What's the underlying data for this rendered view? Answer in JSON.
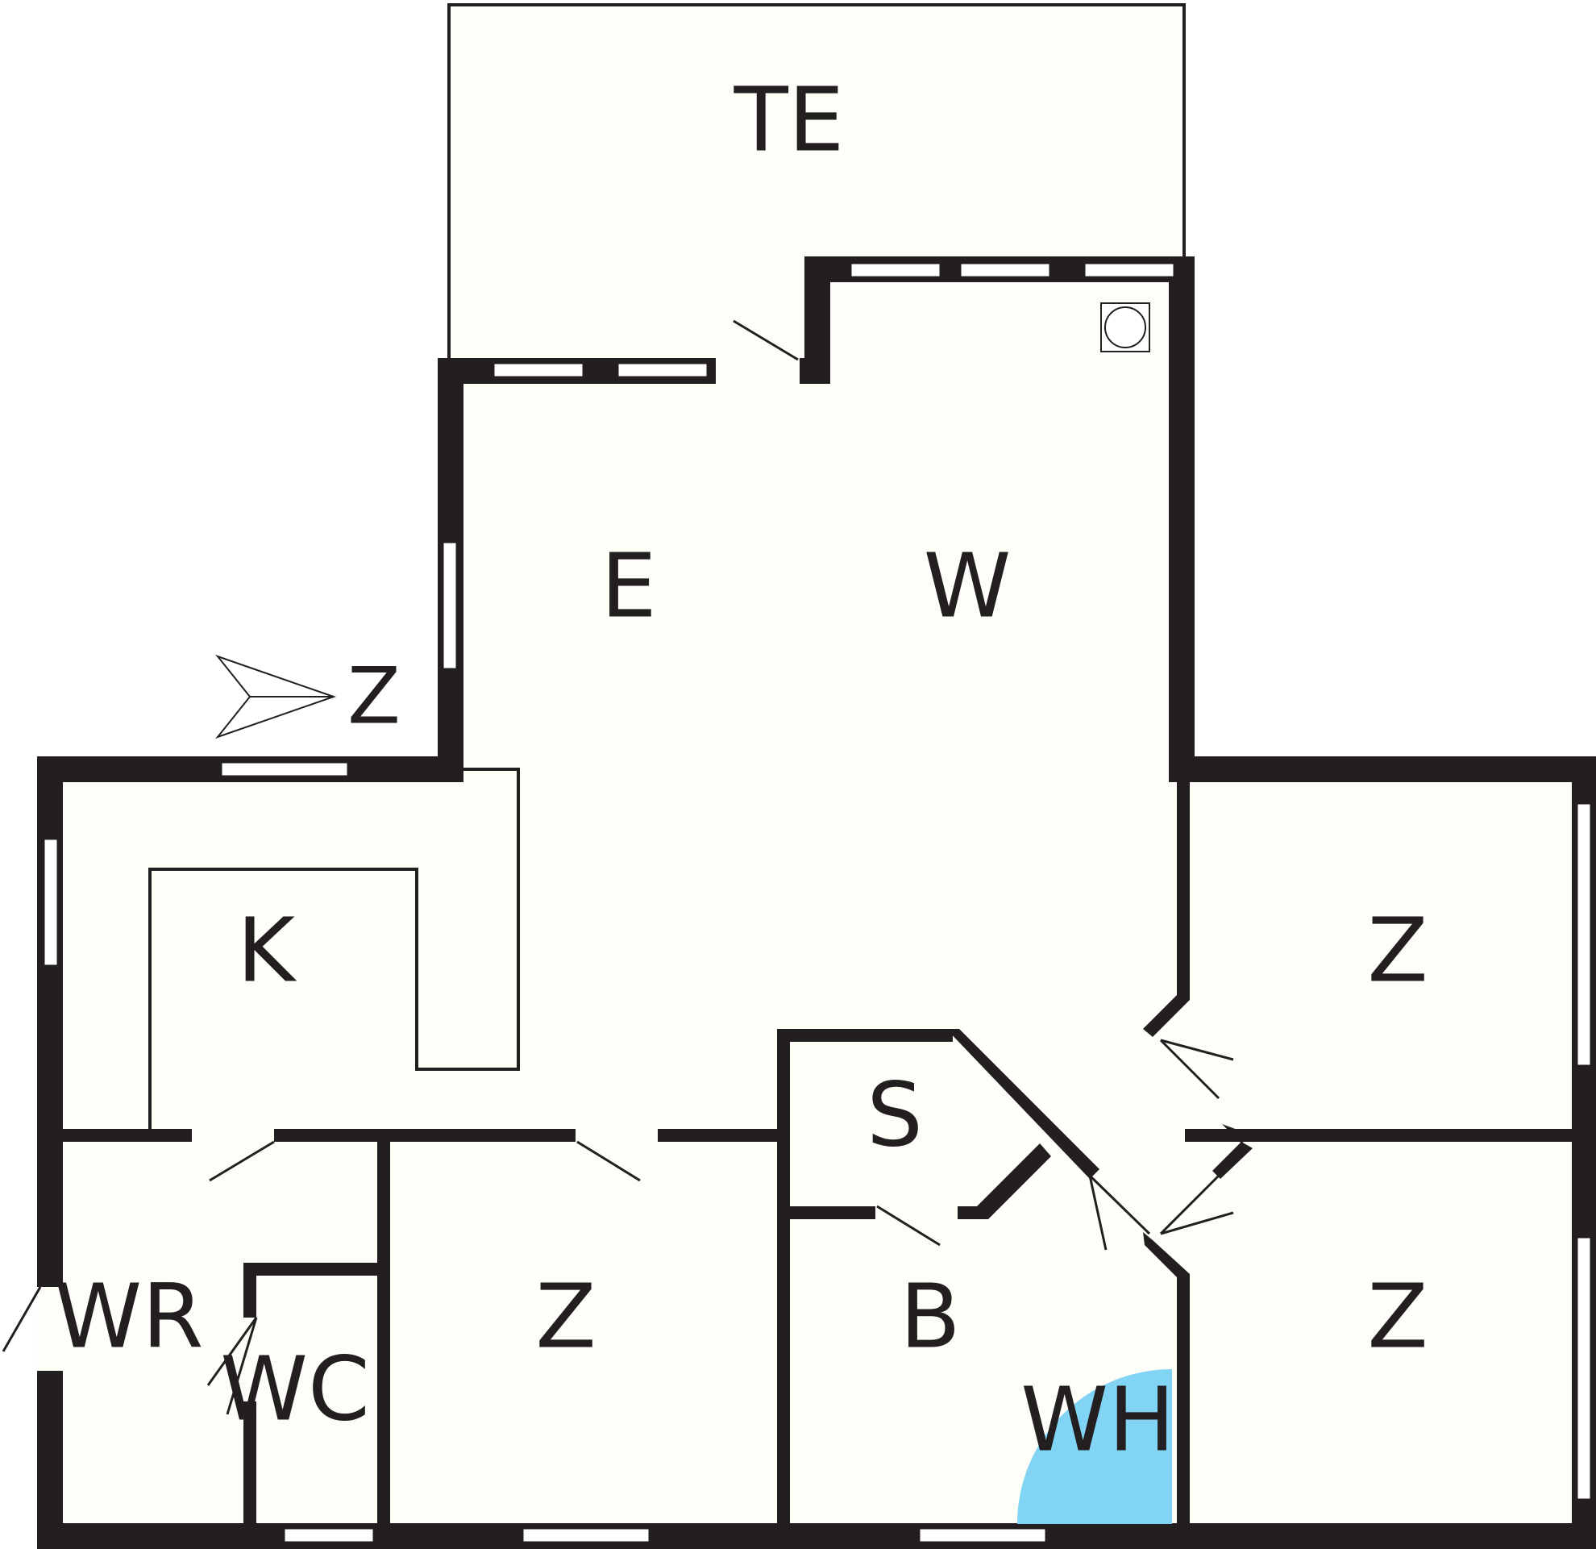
{
  "colors": {
    "floor": "#fdfef8",
    "wall": "#231f20",
    "window": "#ffffff",
    "shower": "#82d4f4"
  },
  "icons": {
    "compass": "north-arrow-icon",
    "stove": "wood-stove-icon"
  },
  "compass": {
    "label": "Z"
  },
  "rooms": {
    "te": "TE",
    "e": "E",
    "w": "W",
    "k": "K",
    "z_right_top": "Z",
    "s": "S",
    "z_middle": "Z",
    "b": "B",
    "wh": "WH",
    "z_right_bottom": "Z",
    "wr": "WR",
    "wc": "WC"
  }
}
